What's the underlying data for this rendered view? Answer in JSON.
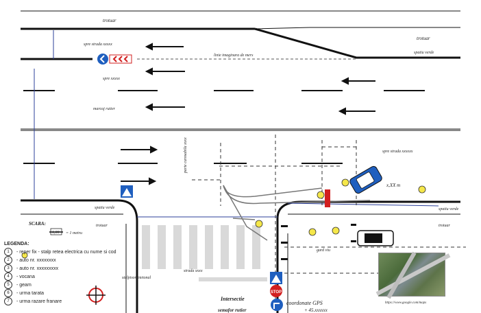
{
  "labels": {
    "trotuar_top": "trotuar",
    "trotuar_right": "trotuar",
    "trotuar_right_lower": "trotuar",
    "trotuar_left_lower": "trotuar",
    "spre_strada_top": "spre strada xxxxx",
    "spre_xxxxx": "spre xxxxx",
    "linie_imaginara": "linie imaginara de mers",
    "spatiu_verde_top": "spatiu verde",
    "spatiu_verde_left": "spatiu verde",
    "spatiu_verde_right": "spatiu verde",
    "marcaj_rutier": "marcaj rutier",
    "parte_carosabila": "parte carosabila xxxx",
    "spre_strada_right": "spre strada xxxxxx",
    "distance": "x,XX m",
    "gard_viu": "gard viu",
    "strada": "strada xxxx",
    "intersectie": "Intersectie",
    "semafor": "semafor rutier",
    "coordonate": "coordonate GPS",
    "coordonate_value": "+ 45.xxxxxx",
    "url": "https://www.google.com/maps",
    "scara_title": "SCARA:",
    "scale_value": "1,00",
    "scale_unit": "= 1 metru",
    "stalpi_pietonali": "stalpisor pietonal"
  },
  "legend": {
    "title": "LEGENDA:",
    "items": [
      {
        "n": "1",
        "text": "- reper fix - stalp retea electrica cu nume si cod"
      },
      {
        "n": "2",
        "text": "- auto nr. xxxxxxxx"
      },
      {
        "n": "3",
        "text": "- auto nr. xxxxxxxxx"
      },
      {
        "n": "4",
        "text": "- vocana"
      },
      {
        "n": "5",
        "text": "- geam"
      },
      {
        "n": "6",
        "text": "- urma tarata"
      },
      {
        "n": "7",
        "text": "- urma razare franare"
      }
    ]
  },
  "markers": [
    "1",
    "2",
    "3",
    "4",
    "5",
    "6",
    "7"
  ],
  "colors": {
    "road_line": "#111111",
    "blue_line": "#2b3f9a",
    "red_marker": "#d21f1f",
    "sign_blue": "#1f5fbf",
    "circle_fill": "#f5e74a"
  },
  "icons": [
    "pedestrian-crossing-sign-icon",
    "stop-sign-icon",
    "turn-right-sign-icon",
    "keep-right-sign-icon",
    "traffic-light-icon",
    "car-icon",
    "arrow-icon"
  ]
}
